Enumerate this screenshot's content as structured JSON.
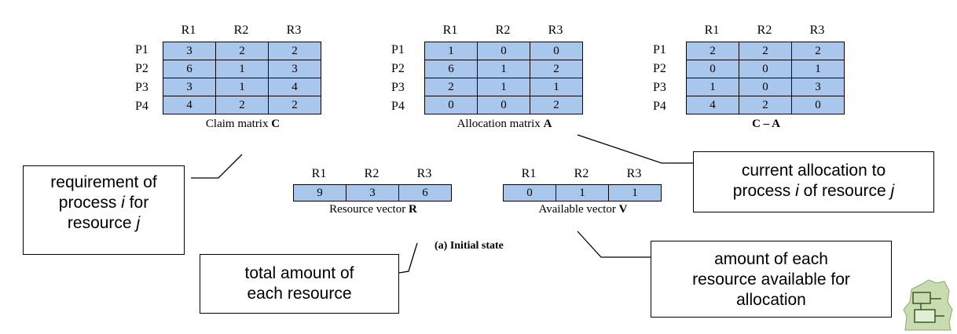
{
  "matrices": {
    "claim": {
      "columns": [
        "R1",
        "R2",
        "R3"
      ],
      "rows": [
        {
          "label": "P1",
          "values": [
            "3",
            "2",
            "2"
          ]
        },
        {
          "label": "P2",
          "values": [
            "6",
            "1",
            "3"
          ]
        },
        {
          "label": "P3",
          "values": [
            "3",
            "1",
            "4"
          ]
        },
        {
          "label": "P4",
          "values": [
            "4",
            "2",
            "2"
          ]
        }
      ],
      "caption_text": "Claim matrix ",
      "caption_symbol": "C"
    },
    "allocation": {
      "columns": [
        "R1",
        "R2",
        "R3"
      ],
      "rows": [
        {
          "label": "P1",
          "values": [
            "1",
            "0",
            "0"
          ]
        },
        {
          "label": "P2",
          "values": [
            "6",
            "1",
            "2"
          ]
        },
        {
          "label": "P3",
          "values": [
            "2",
            "1",
            "1"
          ]
        },
        {
          "label": "P4",
          "values": [
            "0",
            "0",
            "2"
          ]
        }
      ],
      "caption_text": "Allocation matrix ",
      "caption_symbol": "A"
    },
    "difference": {
      "columns": [
        "R1",
        "R2",
        "R3"
      ],
      "rows": [
        {
          "label": "P1",
          "values": [
            "2",
            "2",
            "2"
          ]
        },
        {
          "label": "P2",
          "values": [
            "0",
            "0",
            "1"
          ]
        },
        {
          "label": "P3",
          "values": [
            "1",
            "0",
            "3"
          ]
        },
        {
          "label": "P4",
          "values": [
            "4",
            "2",
            "0"
          ]
        }
      ],
      "caption_text": "",
      "caption_symbol": "C – A"
    }
  },
  "vectors": {
    "resource": {
      "columns": [
        "R1",
        "R2",
        "R3"
      ],
      "values": [
        "9",
        "3",
        "6"
      ],
      "caption_text": "Resource vector ",
      "caption_symbol": "R"
    },
    "available": {
      "columns": [
        "R1",
        "R2",
        "R3"
      ],
      "values": [
        "0",
        "1",
        "1"
      ],
      "caption_text": "Available vector ",
      "caption_symbol": "V"
    }
  },
  "subcaption": "(a) Initial state",
  "notes": {
    "claim": {
      "pre1": "requirement of",
      "pre2": "process ",
      "italic1": "i",
      "post2": " for",
      "pre3": "resource ",
      "italic2": "j"
    },
    "allocation": {
      "line1": "current allocation to",
      "pre2": "process ",
      "italic1": "i",
      "mid2": " of resource ",
      "italic2": "j"
    },
    "total": {
      "line1": "total amount of",
      "line2": "each resource"
    },
    "available": {
      "line1": "amount of each",
      "line2": "resource available for",
      "line3": "allocation"
    }
  },
  "colors": {
    "cell_fill": "#a9c7ec",
    "border": "#000000"
  }
}
